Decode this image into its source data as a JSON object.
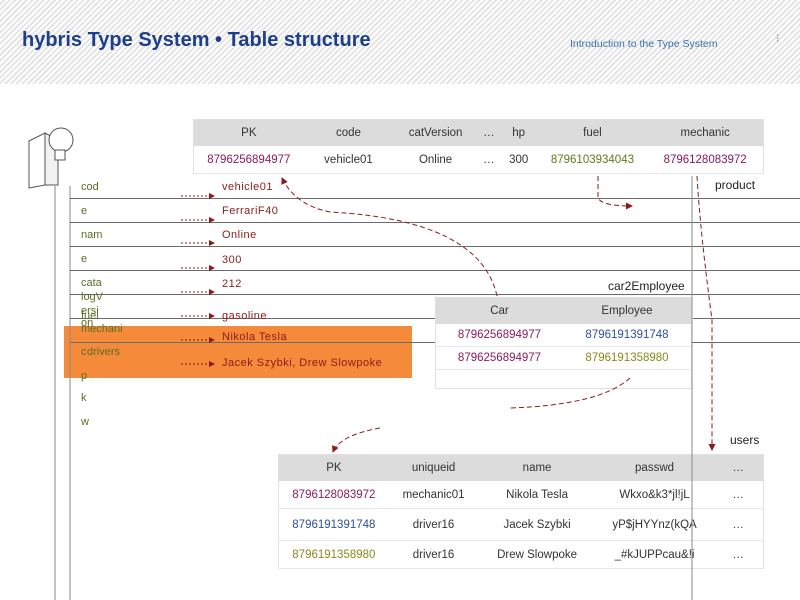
{
  "header": {
    "title": "hybris Type System • Table structure",
    "subtitle": "Introduction to the Type System"
  },
  "object_fields": [
    "cod",
    "e",
    "nam",
    "e",
    "cata",
    "logV",
    "ersi",
    "on",
    "fuel",
    "mechani",
    "c",
    "drivers",
    "p",
    "k",
    "w"
  ],
  "object_values": [
    "vehicle01",
    "FerrariF40",
    "Online",
    "300",
    "212",
    "gasoline",
    "Nikola Tesla",
    "Jacek Szybki, Drew Slowpoke"
  ],
  "table_labels": {
    "product": "product",
    "car2employee": "car2Employee",
    "users": "users"
  },
  "product_table": {
    "headers": [
      "PK",
      "code",
      "catVersion",
      "…",
      "hp",
      "fuel",
      "mechanic"
    ],
    "rows": [
      [
        "8796256894977",
        "vehicle01",
        "Online",
        "…",
        "300",
        "8796103934043",
        "8796128083972"
      ]
    ]
  },
  "car2employee_table": {
    "headers": [
      "Car",
      "Employee"
    ],
    "rows": [
      [
        "8796256894977",
        "8796191391748"
      ],
      [
        "8796256894977",
        "8796191358980"
      ]
    ]
  },
  "users_table": {
    "headers": [
      "PK",
      "uniqueid",
      "name",
      "passwd",
      "…"
    ],
    "rows": [
      [
        "8796128083972",
        "mechanic01",
        "Nikola Tesla",
        "Wkxo&k3*jl!jL",
        "…"
      ],
      [
        "8796191391748",
        "driver16",
        "Jacek Szybki",
        "yP$jHYYnz(kQA",
        "…"
      ],
      [
        "8796191358980",
        "driver16",
        "Drew Slowpoke",
        "_#kJUPPcau&!i",
        "…"
      ]
    ]
  },
  "colors": {
    "title": "#1d3f8a",
    "highlight": "#f58a3a",
    "pk_purple": "#8b1a5e",
    "pk_blue": "#2f4f9c",
    "pk_olive": "#8a8a1a",
    "arrow": "#8b1b1b"
  }
}
